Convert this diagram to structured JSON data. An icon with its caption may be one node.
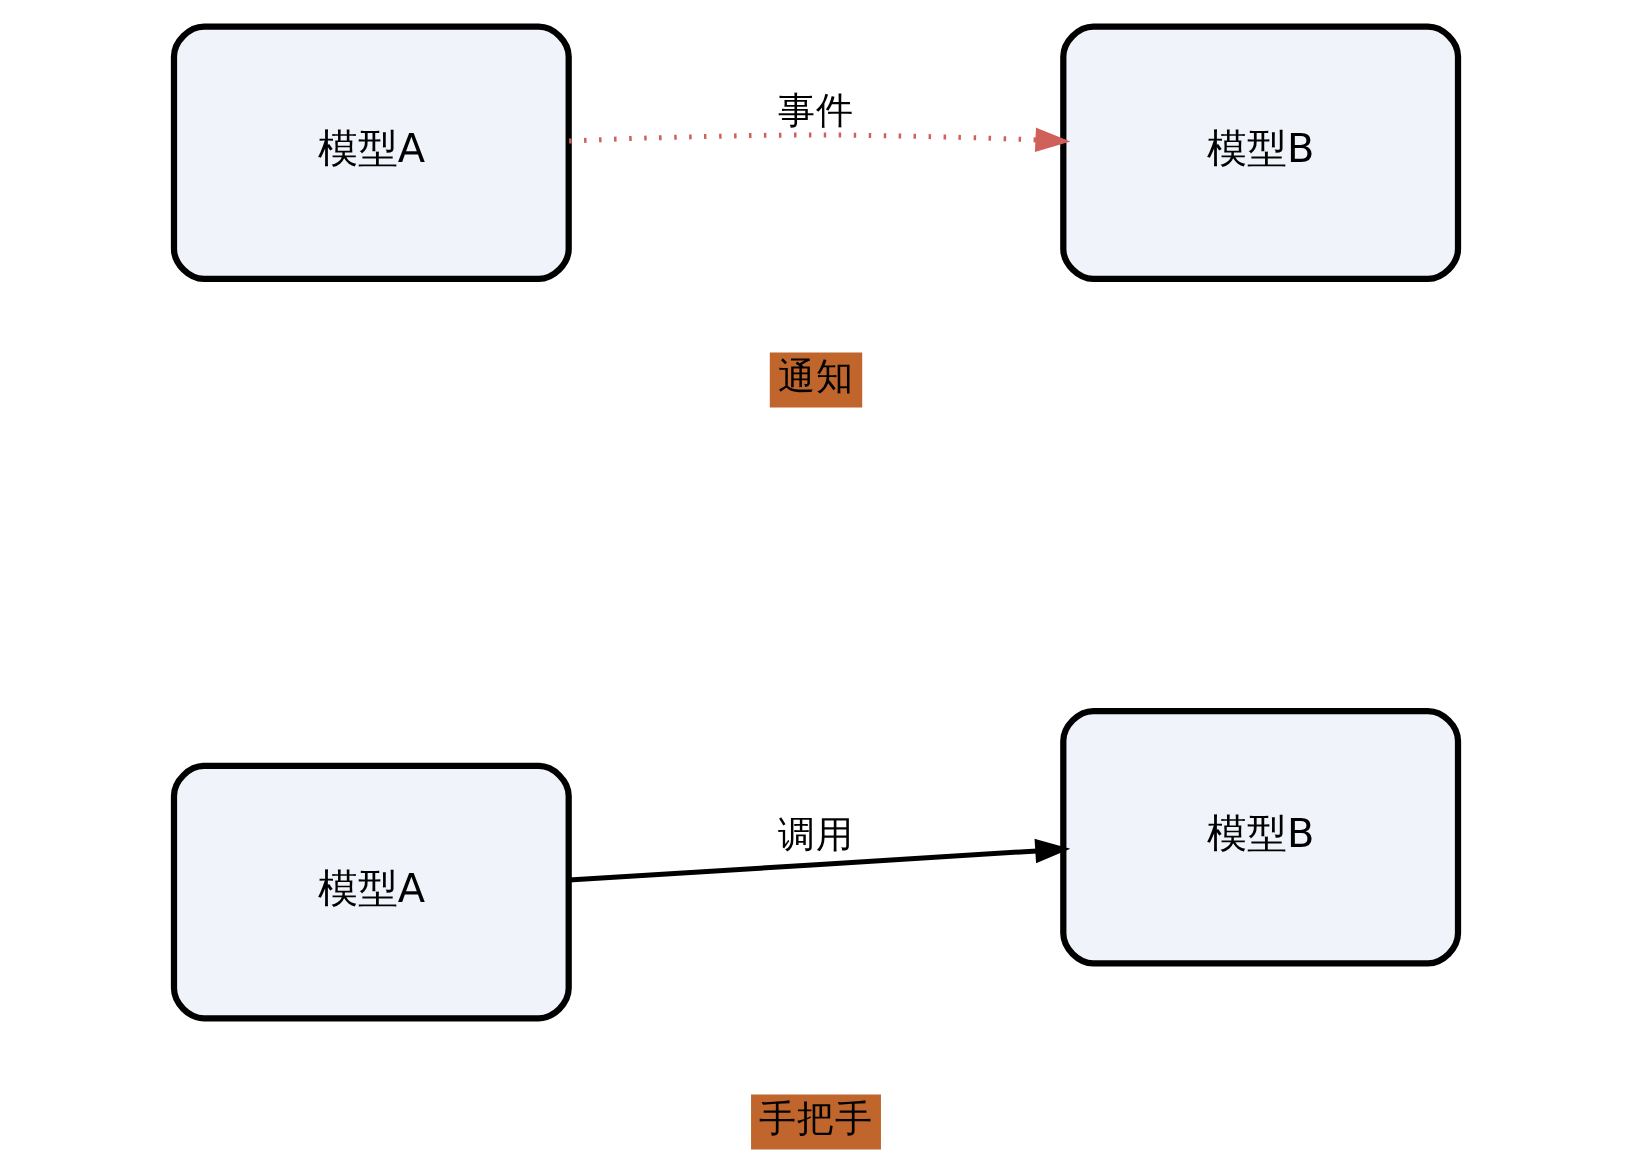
{
  "diagram": {
    "nodes": [
      {
        "text": [
          "模型A"
        ]
      },
      {
        "text": [
          "模型B"
        ]
      },
      {
        "text": [
          "模型A"
        ]
      },
      {
        "text": [
          "模型B"
        ]
      }
    ],
    "edges": [
      {
        "from": 0,
        "to": 1,
        "arrow": "to",
        "label": "调用"
      },
      {
        "from": 2,
        "to": 3,
        "arrow": "to",
        "label": "事件",
        "style": "dashed",
        "color": "#d0605a"
      }
    ],
    "labels": [
      "手把手",
      "通知"
    ]
  }
}
